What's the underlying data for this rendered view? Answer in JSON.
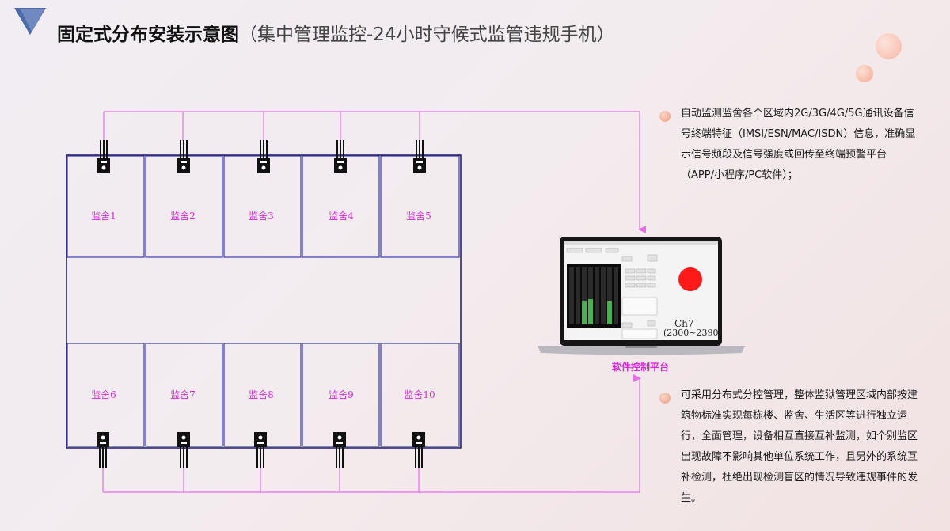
{
  "header": {
    "title": "固定式分布安装示意图",
    "subtitle": "（集中管理监控-24小时守候式监管违规手机）"
  },
  "rooms_top": [
    "监舍1",
    "监舍2",
    "监舍3",
    "监舍4",
    "监舍5"
  ],
  "rooms_bottom": [
    "监舍6",
    "监舍7",
    "监舍8",
    "监舍9",
    "监舍10"
  ],
  "platform": {
    "label": "软件控制平台",
    "screen_channel": "Ch7",
    "screen_range": "(2300~2390)"
  },
  "descriptions": [
    "自动监测监舍各个区域内2G/3G/4G/5G通讯设备信号终端特征（IMSI/ESN/MAC/ISDN）信息，准确显示信号频段及信号强度或回传至终端预警平台（APP/小程序/PC软件）；",
    "可采用分布式分控管理，整体监狱管理区域内部按建筑物标准实现每栋楼、监舍、生活区等进行独立运行，全面管理，设备相互直接互补监测，如个别监区出现故障不影响其他单位系统工作，且另外的系统互补检测，杜绝出现检测盲区的情况导致违规事件的发生。"
  ],
  "colors": {
    "line": "#e66ee6",
    "room_border": "#3b3ba8",
    "label": "#d628d6",
    "logo": "#4a6aa8"
  }
}
